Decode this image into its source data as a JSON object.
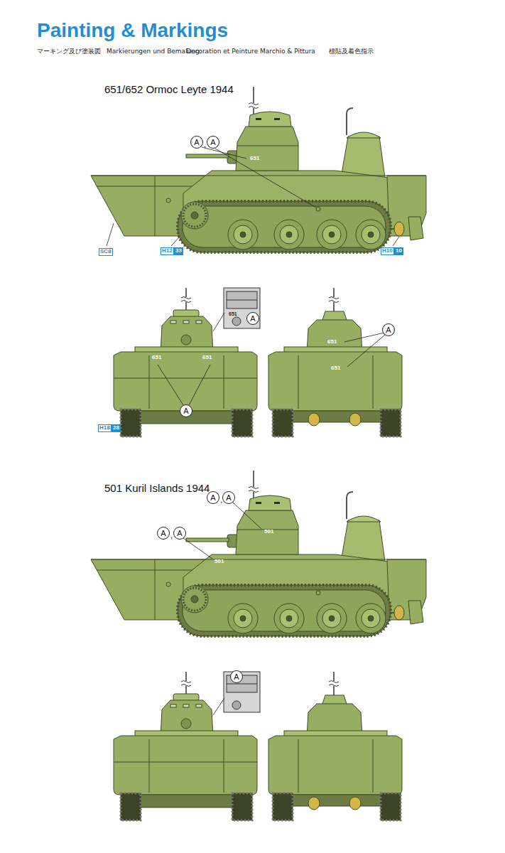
{
  "diagram": {
    "title": "Painting & Markings",
    "nodes": [
      {
        "text": [
          "A"
        ]
      },
      {
        "text": [
          "A"
        ]
      },
      {
        "text": [
          "A"
        ]
      },
      {
        "text": [
          "A"
        ]
      },
      {
        "text": [
          "A"
        ]
      },
      {
        "text": [
          "A"
        ]
      },
      {
        "text": [
          "A"
        ]
      },
      {
        "text": [
          "A"
        ]
      },
      {
        "text": [
          "A"
        ]
      },
      {
        "text": [
          "A"
        ]
      }
    ],
    "labels": [
      "マーキング及び塗装図",
      "Markierungen und Bemalung",
      "Decoration et Peinture",
      "Marchio & Pittura",
      "標貼及着色指示",
      "651/652 Ormoc Leyte 1944",
      ",",
      "651",
      "651",
      "651",
      "651",
      "651",
      "651",
      "SC8",
      "H12",
      "33",
      "H10",
      "10",
      "H18",
      "28",
      "501 Kuril Islands 1944",
      ",",
      ",",
      "501",
      "501"
    ]
  }
}
